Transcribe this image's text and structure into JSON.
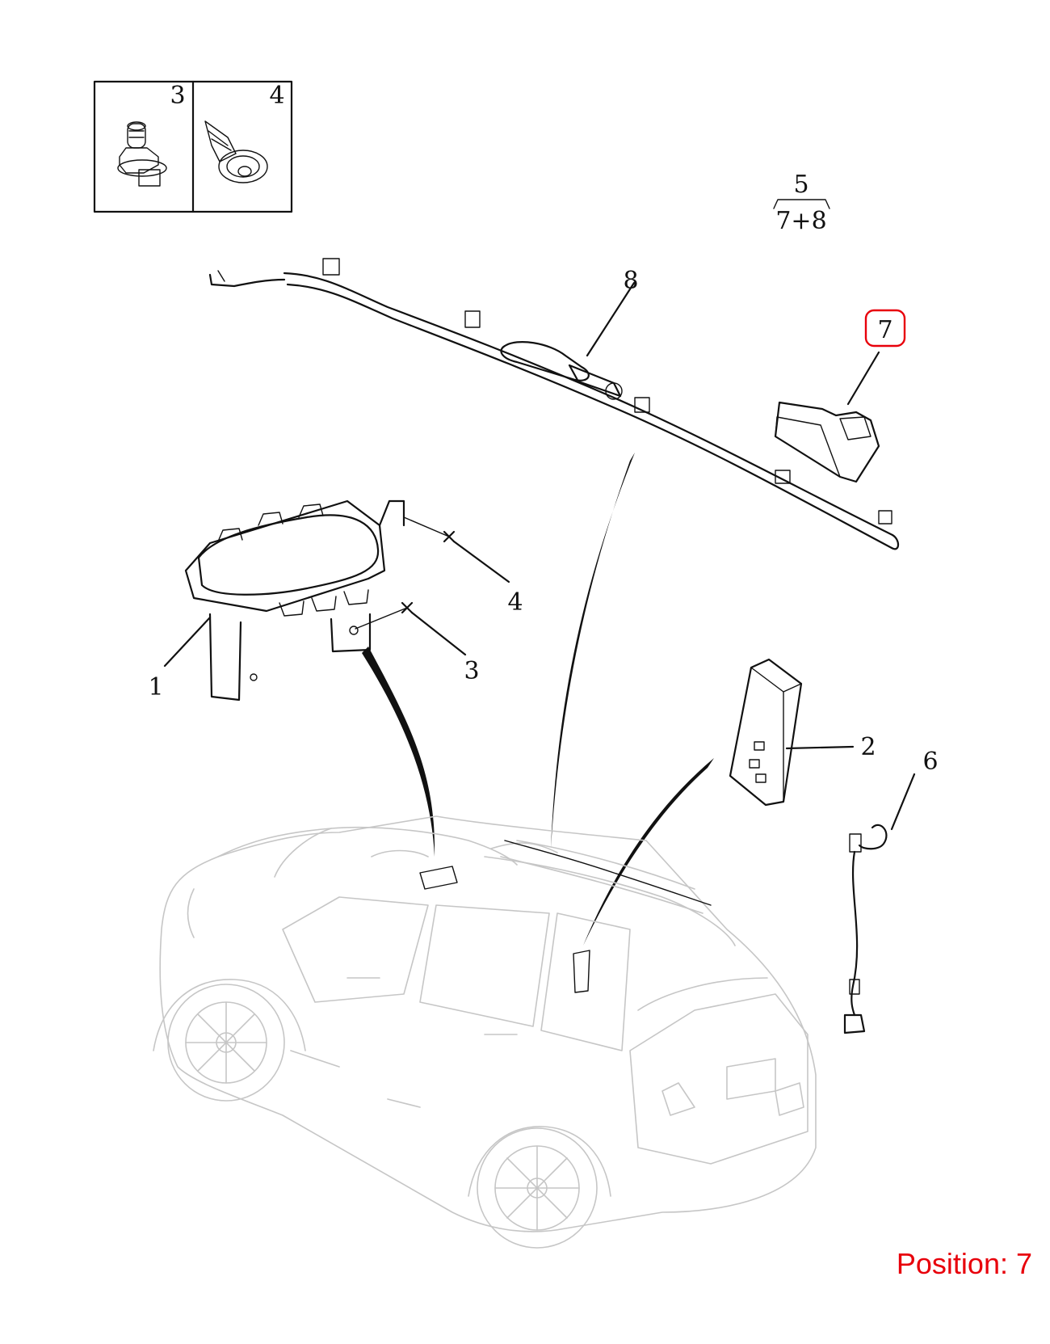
{
  "callouts": {
    "c1": "1",
    "c2": "2",
    "c3_box": "3",
    "c4_box": "4",
    "c3": "3",
    "c4": "4",
    "c5_top": "5",
    "c5_bottom": "7+8",
    "c6": "6",
    "c7": "7",
    "c8": "8"
  },
  "position_label": "Position: 7",
  "colors": {
    "highlight": "#e8000b",
    "position_text": "#e8000b",
    "ink": "#111111",
    "vehicle_outline": "#c6c6c6"
  }
}
